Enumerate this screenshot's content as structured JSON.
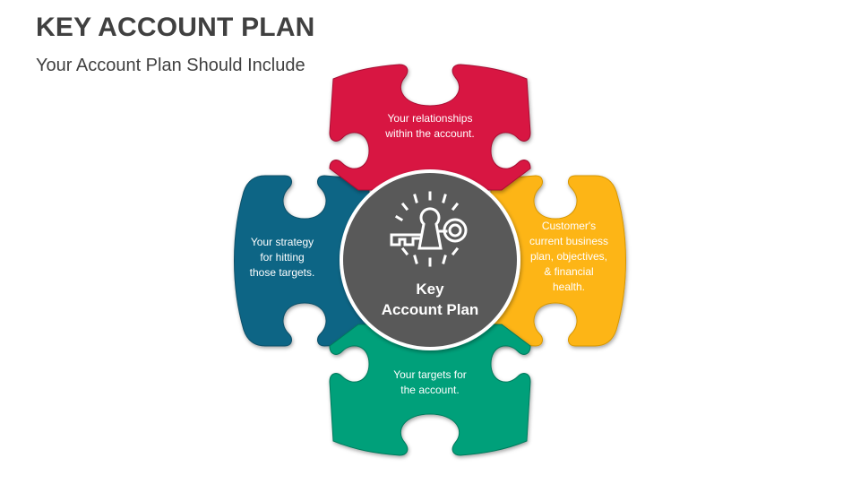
{
  "header": {
    "title": "KEY ACCOUNT PLAN",
    "subtitle": "Your Account Plan Should Include"
  },
  "diagram": {
    "center": {
      "label_line1": "Key",
      "label_line2": "Account Plan",
      "icon": "key-keyhole-icon",
      "color": "#595959"
    },
    "pieces": [
      {
        "position": "top",
        "color": "#D81442",
        "line1": "Your relationships",
        "line2": "within the account."
      },
      {
        "position": "right",
        "color": "#FDB515",
        "line1": "Customer's",
        "line2": "current business",
        "line3": "plan, objectives,",
        "line4": "& financial",
        "line5": "health."
      },
      {
        "position": "bottom",
        "color": "#05A07A",
        "line1": "Your targets for",
        "line2": "the account."
      },
      {
        "position": "left",
        "color": "#0D6585",
        "line1": "Your strategy",
        "line2": "for hitting",
        "line3": "those targets."
      }
    ]
  }
}
